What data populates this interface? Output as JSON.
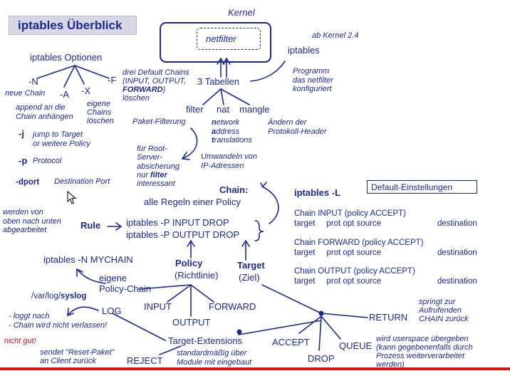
{
  "title": "iptables Überblick",
  "kernel": {
    "label": "Kernel",
    "netfilter": "netfilter",
    "since": "ab Kernel 2.4",
    "iptables": "iptables",
    "program_note": "Programm\ndas netfilter\nkonfiguriert"
  },
  "options": {
    "heading": "iptables Optionen",
    "N": "-N",
    "N_desc": "neue Chain",
    "A": "-A",
    "A_desc": "append an die\nChain anhängen",
    "X": "-X",
    "X_desc": "eigene\nChains\nlöschen",
    "F": "-F",
    "F_desc1": "drei Default Chains\n(INPUT, OUTPUT,",
    "F_desc_bold": "FORWARD",
    "F_desc2": ")\nlöschen",
    "j": "-j",
    "j_desc": "jump to Target\nor weitere Policy",
    "p": "-p",
    "p_desc": "Protocol",
    "dport": "-dport",
    "dport_desc": "Destination Port"
  },
  "tables": {
    "heading": "3 Tabellen",
    "filter": "filter",
    "nat": "nat",
    "mangle": "mangle",
    "filter_desc": "Paket-Filterung",
    "nat_desc": [
      {
        "bold": "n",
        "rest": "etwork"
      },
      {
        "bold": "a",
        "rest": "ddress"
      },
      {
        "bold": "t",
        "rest": "ranslations"
      }
    ],
    "mangle_desc": "Ändern der\nProtokoll-Header",
    "nat_note": "Umwandeln von\nIP-Adressen",
    "router_note": "für Root-\nServer-\nabsicherung\nnur ",
    "router_note_bold": "filter",
    "router_note_end": "\ninteressant"
  },
  "chain": {
    "heading": "Chain:",
    "desc": "alle Regeln einer Policy"
  },
  "list": {
    "cmd": "iptables -L",
    "defaults": "Default-Einstellungen"
  },
  "chains_listing": [
    {
      "header": "Chain INPUT (policy ACCEPT)",
      "cols": "target     prot opt source",
      "dest": "destination"
    },
    {
      "header": "Chain FORWARD (policy ACCEPT)",
      "cols": "target     prot opt source",
      "dest": "destination"
    },
    {
      "header": "Chain OUTPUT (policy ACCEPT)",
      "cols": "target     prot opt source",
      "dest": "destination"
    }
  ],
  "rule": {
    "order_note": "werden von\noben nach unten\nabgearbeitet",
    "label": "Rule",
    "lines": [
      "iptables -P INPUT DROP",
      "iptables -P OUTPUT DROP"
    ]
  },
  "policy": {
    "label": "Policy",
    "sub": "(Richtlinie)"
  },
  "target": {
    "label": "Target",
    "sub": "(Ziel)"
  },
  "mychain": {
    "cmd": "iptables -N MYCHAIN",
    "desc": "eigene\nPolicy-Chain"
  },
  "log": {
    "path_prefix": "/var/log/",
    "path_bold": "syslog",
    "label": "LOG",
    "notes": "- loggt nach\n- Chain wird nicht verlassen!"
  },
  "builtin": {
    "input": "INPUT",
    "output": "OUTPUT",
    "forward": "FORWARD"
  },
  "ext": {
    "label": "Target-Extensions",
    "note": "standardmäßig über\nModule mit eingebaut",
    "return": "RETURN",
    "return_note": "springt zur\nAufrufenden\nCHAIN zurück",
    "accept": "ACCEPT",
    "drop": "DROP",
    "queue": "QUEUE",
    "queue_note": "wird userspace übergeben\n(kann gegebenenfalls durch\nProzess weiterverarbeitet\nwerden)",
    "reject": "REJECT",
    "reject_bad": "nicht gut!",
    "reject_note": "sendet \"Reset-Paket\"\nan Client zurück"
  },
  "colors": {
    "ink": "#1c2a8c",
    "accent_red": "#c41818",
    "highlight_bar": "#e01010",
    "title_bg": "#d7d7e6"
  }
}
